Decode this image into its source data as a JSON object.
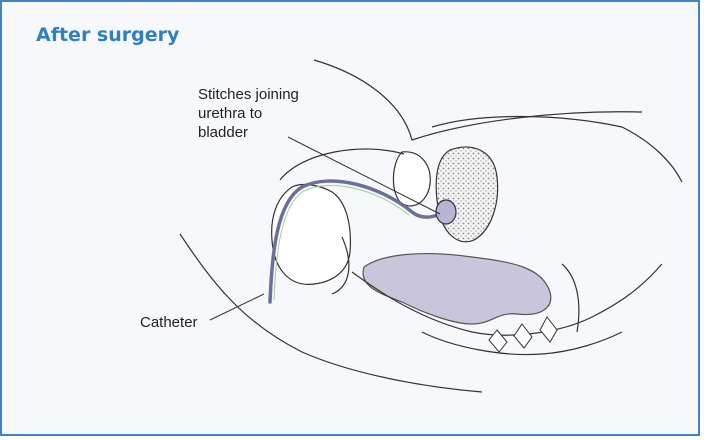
{
  "title": "After surgery",
  "labels": {
    "stitches": "Stitches joining\nurethra to\nbladder",
    "catheter": "Catheter"
  },
  "colors": {
    "frame": "#3e84c4",
    "title": "#2f7fc1",
    "bladder_fill": "#c9c6dc",
    "tube": "#6b6f9a",
    "stipple": "#e6e6e6",
    "outline": "#333333"
  }
}
